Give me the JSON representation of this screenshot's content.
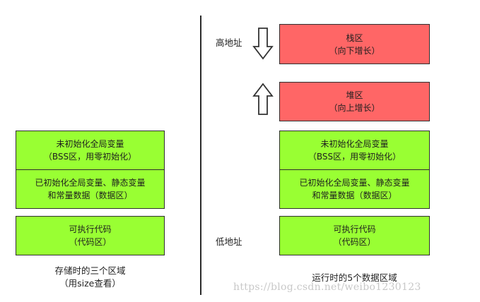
{
  "left_column": {
    "bss": {
      "line1": "未初始化全局变量",
      "line2": "（BSS区，用零初始化）"
    },
    "data": {
      "line1": "已初始化全局变量、静态变量",
      "line2": "和常量数据（数据区）"
    },
    "code": {
      "line1": "可执行代码",
      "line2": "（代码区）"
    },
    "caption": {
      "line1": "存储时的三个区域",
      "line2": "（用size查看）"
    }
  },
  "right_column": {
    "stack": {
      "line1": "栈区",
      "line2": "（向下增长）"
    },
    "heap": {
      "line1": "堆区",
      "line2": "（向上增长）"
    },
    "bss": {
      "line1": "未初始化全局变量",
      "line2": "（BSS区，用零初始化）"
    },
    "data": {
      "line1": "已初始化全局变量、静态变量",
      "line2": "和常量数据（数据区）"
    },
    "code": {
      "line1": "可执行代码",
      "line2": "（代码区）"
    },
    "caption": "运行时的5个数据区域",
    "high_address": "高地址",
    "low_address": "低地址"
  },
  "watermark": "https://blog.csdn.net/weibo1230123",
  "colors": {
    "green": "#99ff33",
    "red": "#ff6666",
    "border": "#2f2f2f"
  },
  "icons": {
    "down_arrow": "down-arrow-icon",
    "up_arrow": "up-arrow-icon"
  }
}
